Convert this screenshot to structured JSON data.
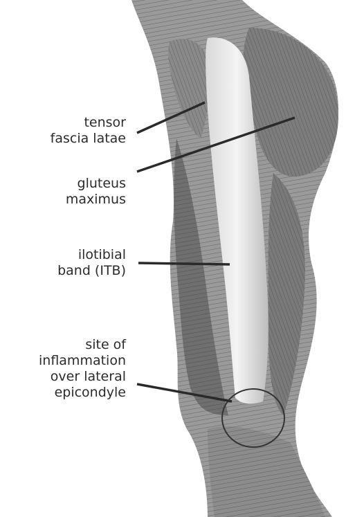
{
  "labels": {
    "tensor_fascia_latae": [
      "tensor",
      "fascia latae"
    ],
    "gluteus_maximus": [
      "gluteus",
      "maximus"
    ],
    "iliotibial_band": [
      "ilotibial",
      "band (ITB)"
    ],
    "inflammation_site": [
      "site of",
      "inflammation",
      "over lateral",
      "epicondyle"
    ]
  }
}
